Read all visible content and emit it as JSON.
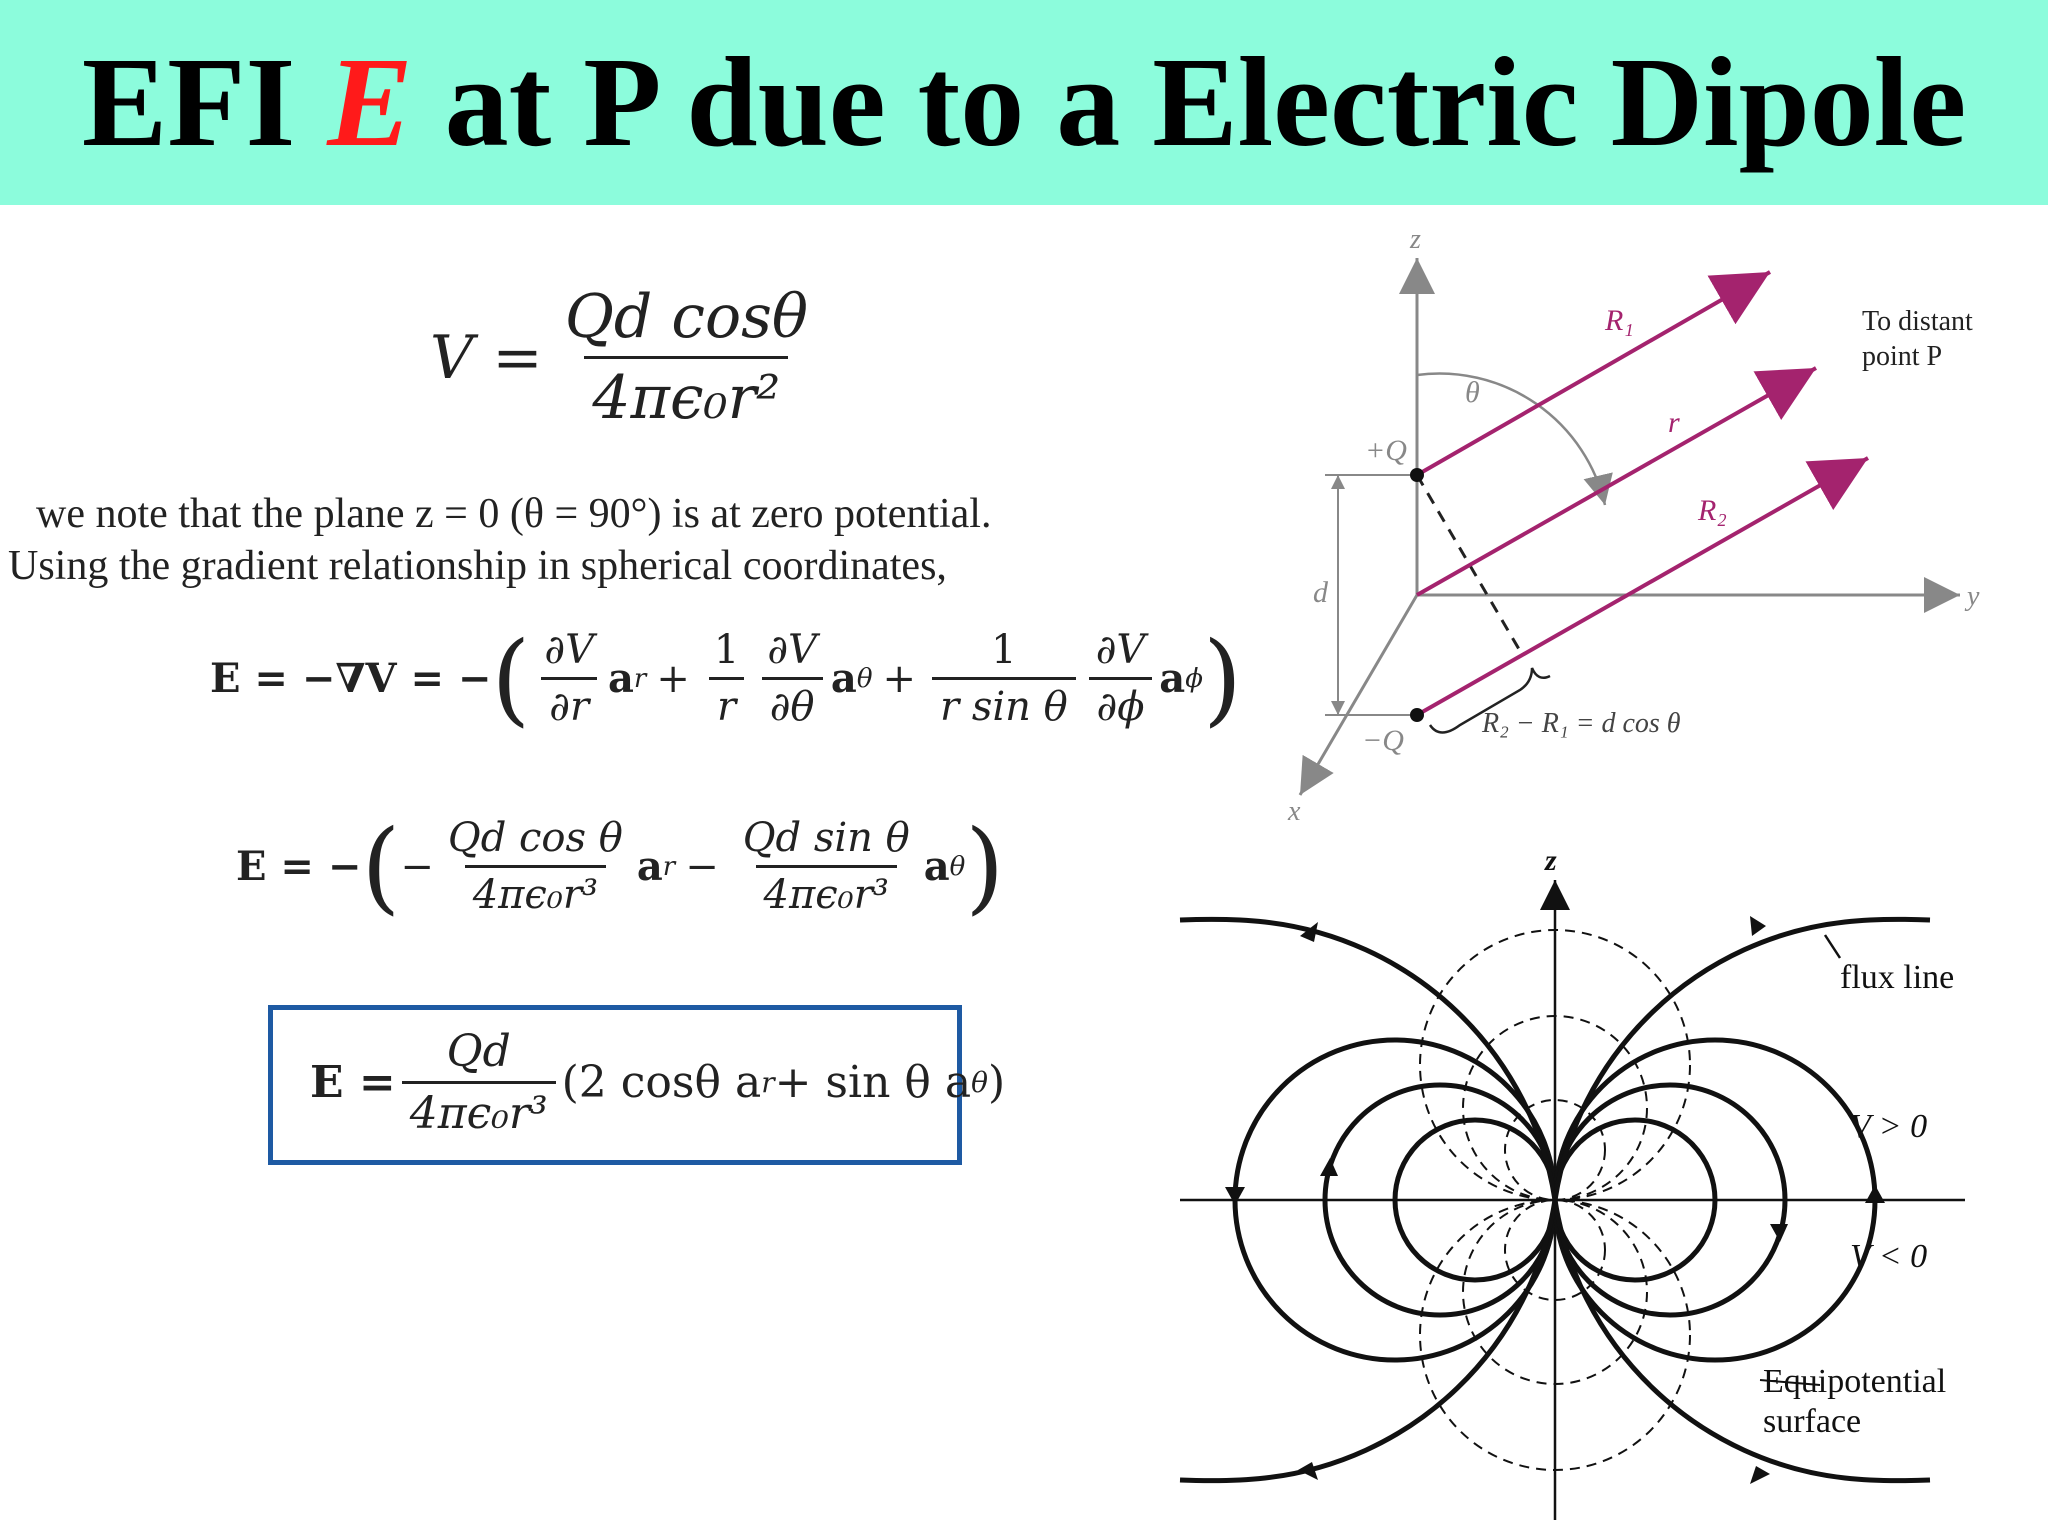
{
  "title": {
    "prefix": "EFI",
    "highlight": "E",
    "suffix": "at P due to a Electric Dipole"
  },
  "colors": {
    "title_bg": "#8cfcdc",
    "highlight": "#ff1a1a",
    "box_border": "#1e5aa3",
    "vector": "#a4236e"
  },
  "equation_v": {
    "lhs": "V =",
    "num": "Qd cosθ",
    "den": "4πϵ₀r²"
  },
  "paragraph": {
    "line1": "we note that the plane z = 0 (θ = 90°) is at zero potential.",
    "line2": "Using the gradient relationship in spherical coordinates,"
  },
  "equation_grad": {
    "lhs": "E = −∇V = −",
    "t1_num": "∂V",
    "t1_den": "∂r",
    "t1_vec": "a",
    "t1_sub": "r",
    "t2_pre_num": "1",
    "t2_pre_den": "r",
    "t2_num": "∂V",
    "t2_den": "∂θ",
    "t2_vec": "a",
    "t2_sub": "θ",
    "t3_pre_num": "1",
    "t3_pre_den": "r sin θ",
    "t3_num": "∂V",
    "t3_den": "∂ϕ",
    "t3_vec": "a",
    "t3_sub": "ϕ"
  },
  "equation_e1": {
    "lhs": "E = −",
    "t1_num": "Qd cos θ",
    "t1_den": "4πϵ₀r³",
    "t1_vec": "a",
    "t1_sub": "r",
    "t2_num": "Qd sin θ",
    "t2_den": "4πϵ₀r³",
    "t2_vec": "a",
    "t2_sub": "θ"
  },
  "equation_final": {
    "lhs": "E =",
    "num": "Qd",
    "den": "4πϵ₀r³",
    "rhs": "(2 cosθ a",
    "rhs_sub": "r",
    "rhs_mid": " + sin θ a",
    "rhs_sub2": "θ",
    "rhs_end": ")"
  },
  "diagram_top": {
    "axis_z": "z",
    "axis_y": "y",
    "axis_x": "x",
    "plus_q": "+Q",
    "minus_q": "−Q",
    "d_label": "d",
    "theta": "θ",
    "r1": "R₁",
    "r": "r",
    "r2": "R₂",
    "distant_line1": "To distant",
    "distant_line2": "point P",
    "diff": "R₂ − R₁ = d cos θ"
  },
  "diagram_bottom": {
    "axis_z": "z",
    "flux_line": "flux line",
    "v_pos": "V > 0",
    "v_neg": "V < 0",
    "equip_line1": "Equipotential",
    "equip_line2": "surface"
  }
}
